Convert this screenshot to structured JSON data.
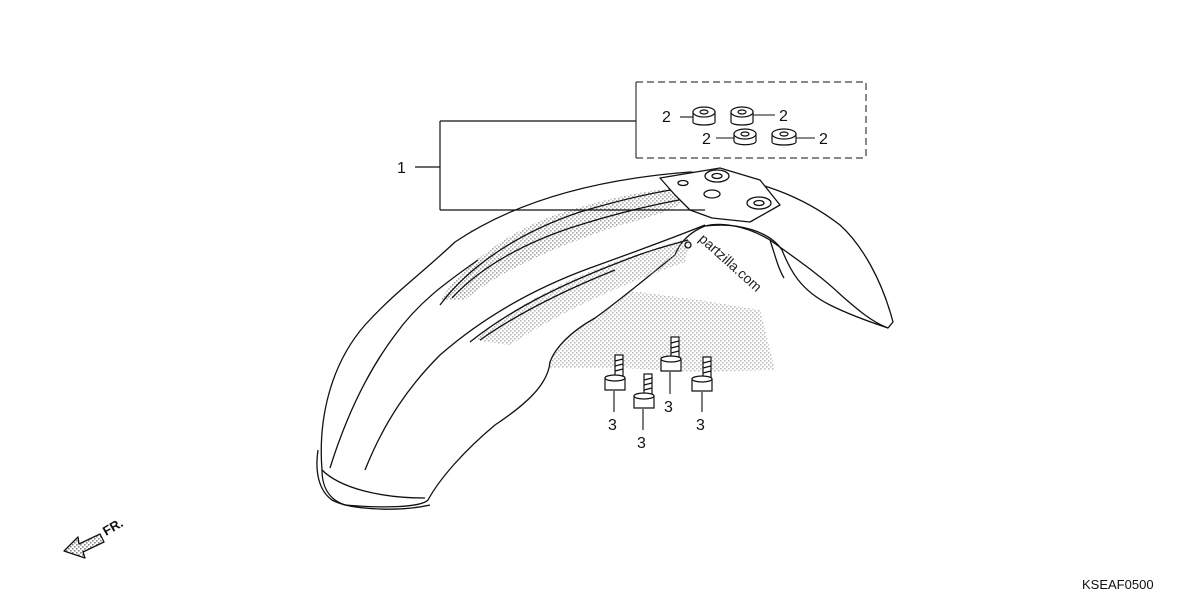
{
  "callouts": {
    "fender": "1",
    "nut": "2",
    "bolt": "3"
  },
  "direction_label": "FR.",
  "diagram_code": "KSEAF0500",
  "watermark": "partzilla.com"
}
